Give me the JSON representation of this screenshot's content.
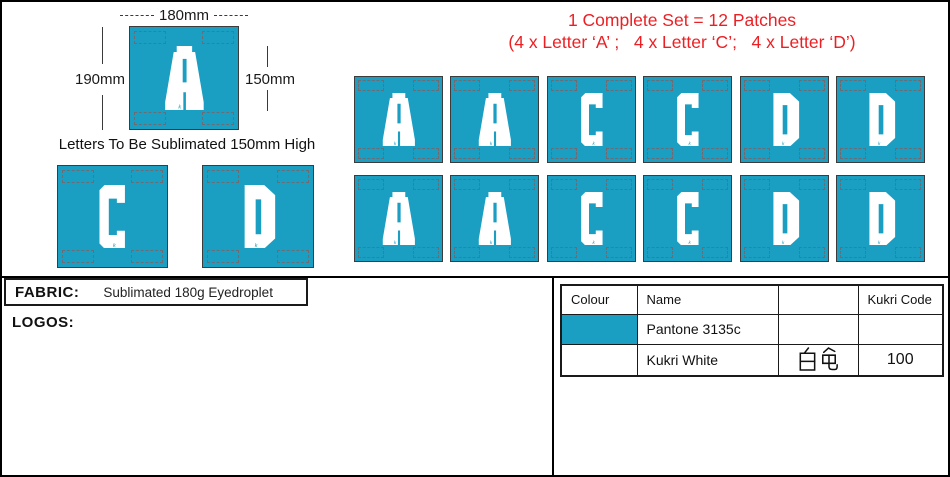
{
  "colors": {
    "teal": "#1A9EC2",
    "red": "#EC2024",
    "white": "#FFFFFF"
  },
  "spec": {
    "width_label": "180mm",
    "height_label": "190mm",
    "letter_height_label": "150mm",
    "caption": "Letters To Be Sublimated 150mm High",
    "patch": {
      "letter": "A",
      "glyph": "#glyph-A"
    }
  },
  "sample_patches": [
    {
      "letter": "C",
      "glyph": "#glyph-C"
    },
    {
      "letter": "D",
      "glyph": "#glyph-D"
    }
  ],
  "set_note": {
    "line1": "1 Complete Set = 12 Patches",
    "line2": "(4 x Letter ‘A’ ;   4 x Letter ‘C’;   4 x Letter ‘D’)"
  },
  "grid": {
    "patches": [
      {
        "letter": "A",
        "glyph": "#glyph-A"
      },
      {
        "letter": "A",
        "glyph": "#glyph-A"
      },
      {
        "letter": "C",
        "glyph": "#glyph-C"
      },
      {
        "letter": "C",
        "glyph": "#glyph-C"
      },
      {
        "letter": "D",
        "glyph": "#glyph-D"
      },
      {
        "letter": "D",
        "glyph": "#glyph-D"
      },
      {
        "letter": "A",
        "glyph": "#glyph-A"
      },
      {
        "letter": "A",
        "glyph": "#glyph-A"
      },
      {
        "letter": "C",
        "glyph": "#glyph-C"
      },
      {
        "letter": "C",
        "glyph": "#glyph-C"
      },
      {
        "letter": "D",
        "glyph": "#glyph-D"
      },
      {
        "letter": "D",
        "glyph": "#glyph-D"
      }
    ]
  },
  "fabric": {
    "label": "FABRIC:",
    "value": "Sublimated 180g Eyedroplet"
  },
  "logos": {
    "label": "LOGOS:"
  },
  "logo_mark": "k",
  "color_table": {
    "headers": [
      "Colour",
      "Name",
      "",
      "Kukri Code"
    ],
    "rows": [
      {
        "swatch": "#1A9EC2",
        "name": "Pantone 3135c",
        "cn": "",
        "code": ""
      },
      {
        "swatch": "#FFFFFF",
        "name": "Kukri White",
        "cn": "白色",
        "code": "100"
      }
    ]
  }
}
